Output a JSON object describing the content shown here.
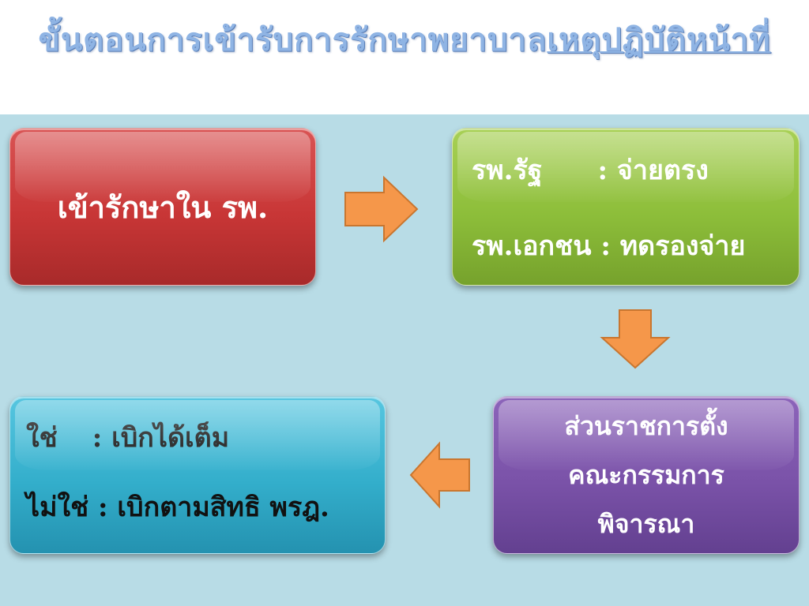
{
  "title": {
    "plain": "ขั้นตอนการเข้ารับการรักษาพยาบาล",
    "underlined": "เหตุปฏิบัติหน้าที่",
    "color": "#8FB4E4"
  },
  "boxes": {
    "admit": {
      "label": "เข้ารักษาใน รพ.",
      "color": "#C83636"
    },
    "payment": {
      "color": "#8DBE3A",
      "lines": [
        {
          "key": "รพ.รัฐ",
          "value": ": จ่ายตรง"
        },
        {
          "key": "รพ.เอกชน",
          "value": ": ทดรองจ่าย"
        }
      ]
    },
    "committee": {
      "color": "#7A52A8",
      "lines": [
        "ส่วนราชการตั้ง",
        "คณะกรรมการ",
        "พิจารณา"
      ]
    },
    "result": {
      "color": "#33AECB",
      "lines": [
        {
          "key": "ใช่",
          "value": ": เบิกได้เต็ม"
        },
        {
          "key": "ไม่ใช่",
          "value": ": เบิกตามสิทธิ พรฎ."
        }
      ]
    }
  },
  "arrows": {
    "fill": "#F5974A",
    "stroke": "#C9762F",
    "items": [
      "right-arrow",
      "down-arrow",
      "left-arrow"
    ]
  },
  "background": {
    "stage": "#B8DCE6"
  }
}
